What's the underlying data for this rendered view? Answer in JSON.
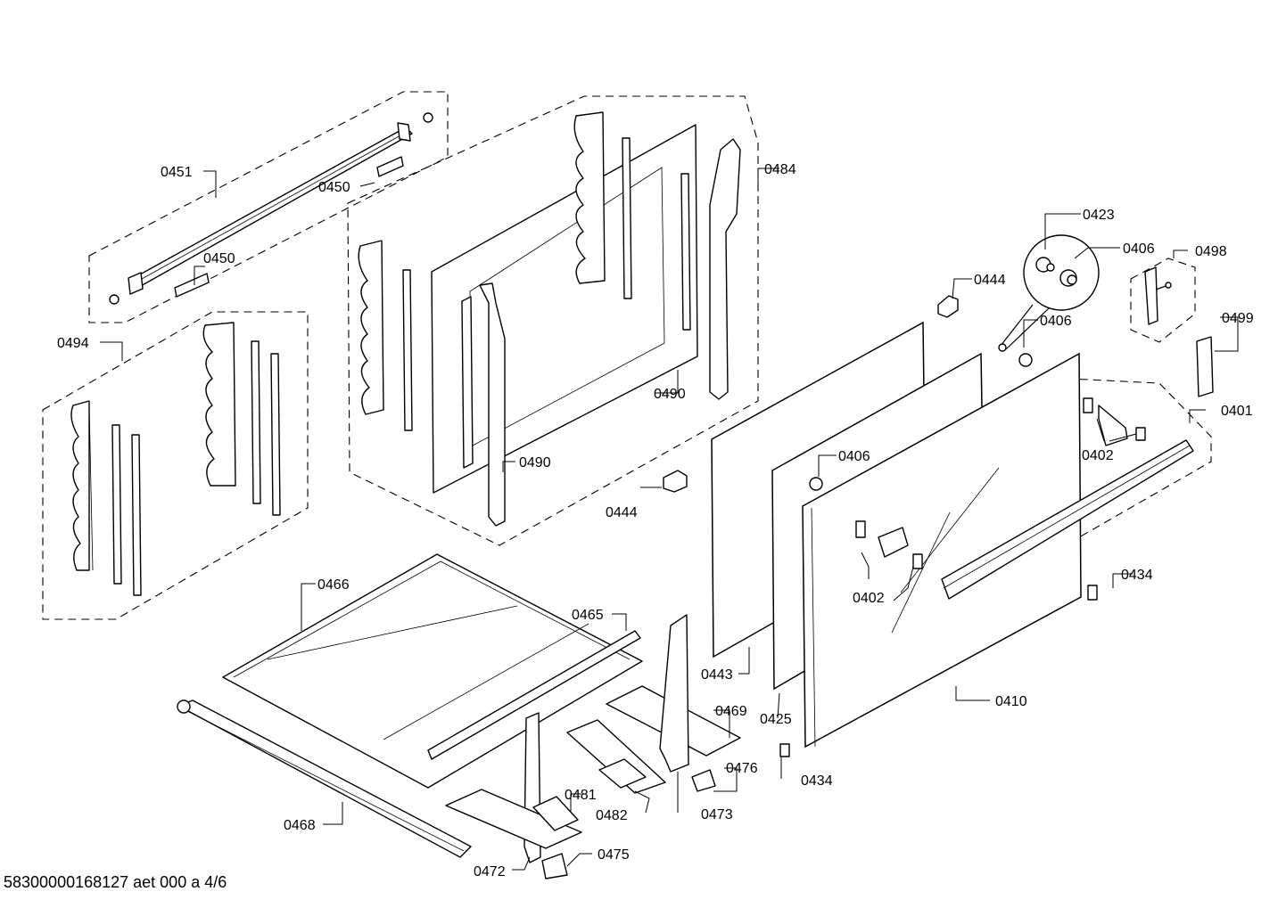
{
  "labels": {
    "p0451": "0451",
    "p0450a": "0450",
    "p0450b": "0450",
    "p0484": "0484",
    "p0494": "0494",
    "p0490a": "0490",
    "p0490b": "0490",
    "p0423": "0423",
    "p0406a": "0406",
    "p0406b": "0406",
    "p0406c": "0406",
    "p0498": "0498",
    "p0444a": "0444",
    "p0444b": "0444",
    "p0499": "0499",
    "p0401": "0401",
    "p0402a": "0402",
    "p0402b": "0402",
    "p0434a": "0434",
    "p0434b": "0434",
    "p0466": "0466",
    "p0465": "0465",
    "p0443": "0443",
    "p0425": "0425",
    "p0410": "0410",
    "p0469": "0469",
    "p0476": "0476",
    "p0473": "0473",
    "p0481": "0481",
    "p0482": "0482",
    "p0468": "0468",
    "p0472": "0472",
    "p0475": "0475"
  },
  "document_ref": "58300000168127 aet 000 a 4/6"
}
